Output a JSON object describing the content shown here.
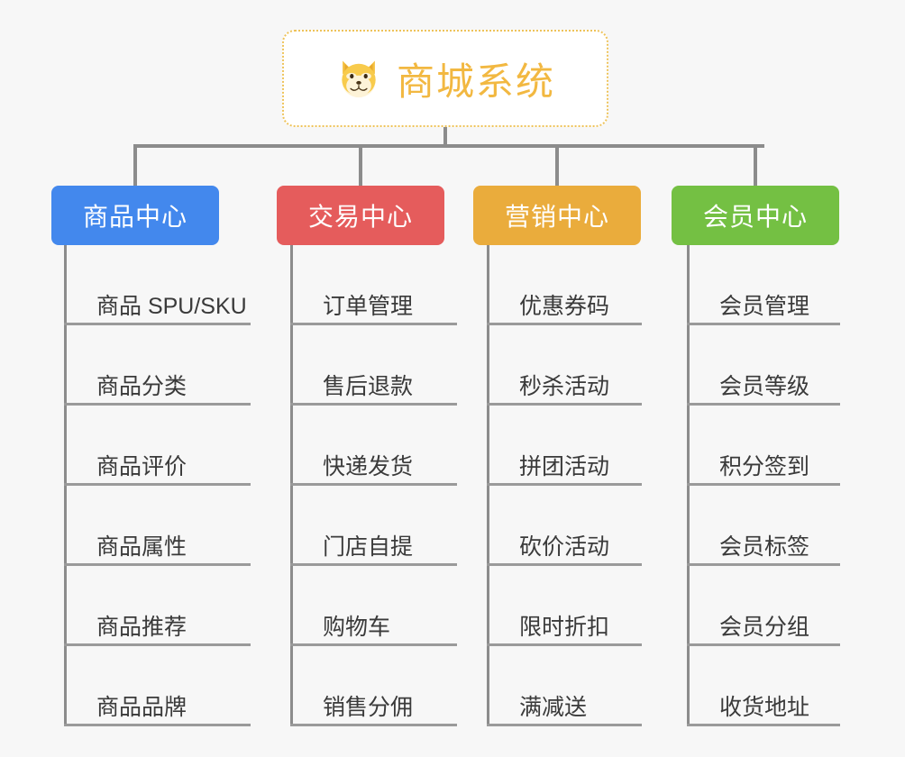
{
  "diagram": {
    "type": "mindmap",
    "background_color": "#f7f7f7",
    "connector_color": "#8c8c8c"
  },
  "root": {
    "title": "商城系统",
    "icon": "dog-face-emoji",
    "border_color": "#eec35a",
    "text_color": "#f2b841",
    "background_color": "#ffffff"
  },
  "branches": [
    {
      "label": "商品中心",
      "color": "#4388ed",
      "leaves": [
        "商品 SPU/SKU",
        "商品分类",
        "商品评价",
        "商品属性",
        "商品推荐",
        "商品品牌"
      ]
    },
    {
      "label": "交易中心",
      "color": "#e55c5c",
      "leaves": [
        "订单管理",
        "售后退款",
        "快递发货",
        "门店自提",
        "购物车",
        "销售分佣"
      ]
    },
    {
      "label": "营销中心",
      "color": "#eaac3c",
      "leaves": [
        "优惠券码",
        "秒杀活动",
        "拼团活动",
        "砍价活动",
        "限时折扣",
        "满减送"
      ]
    },
    {
      "label": "会员中心",
      "color": "#74c043",
      "leaves": [
        "会员管理",
        "会员等级",
        "积分签到",
        "会员标签",
        "会员分组",
        "收货地址"
      ]
    }
  ]
}
